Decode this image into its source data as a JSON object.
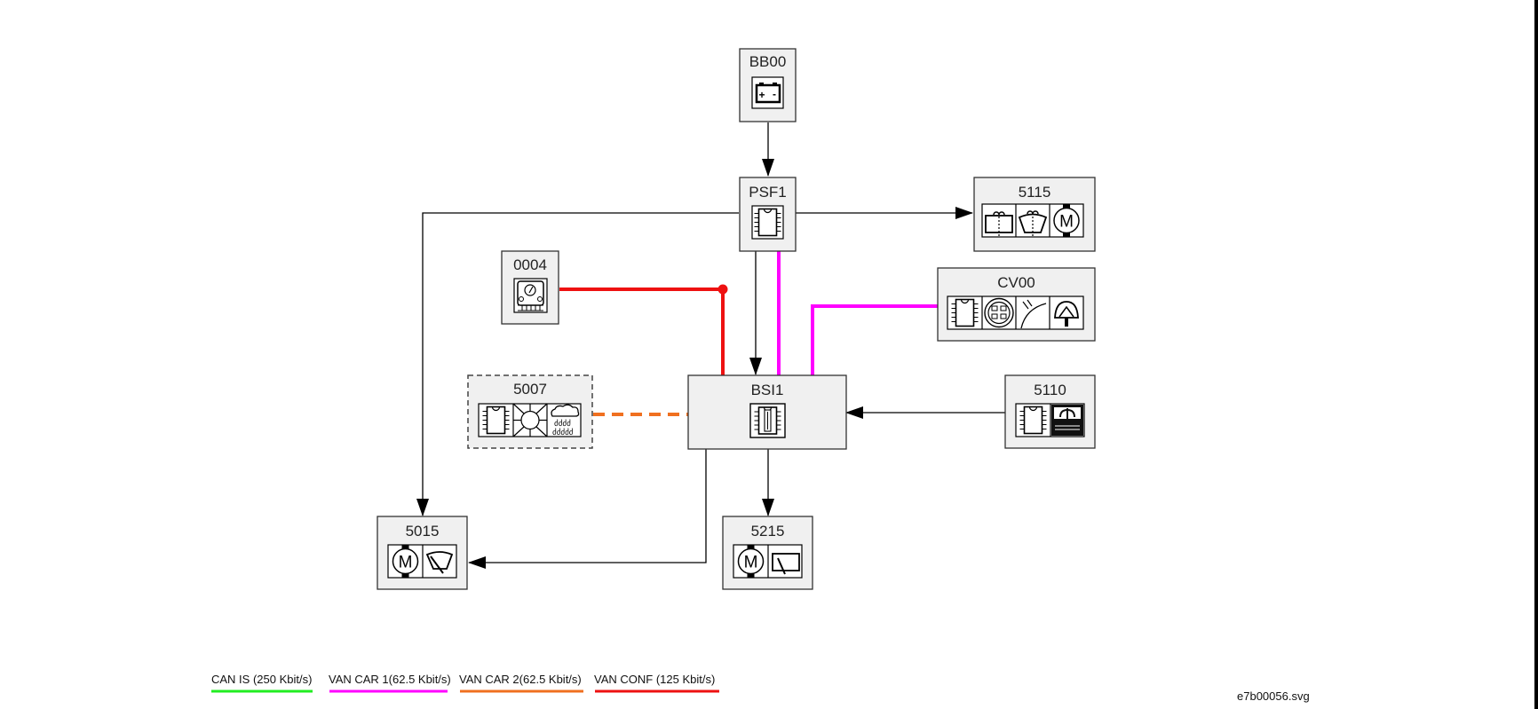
{
  "diagram": {
    "filename": "e7b00056.svg",
    "nodes": {
      "bb00": {
        "label": "BB00",
        "icons": [
          "battery-icon"
        ]
      },
      "psf1": {
        "label": "PSF1",
        "icons": [
          "ecu-chip-icon"
        ]
      },
      "n5115": {
        "label": "5115",
        "icons": [
          "rear-washer-icon",
          "windscreen-washer-icon",
          "motor-icon"
        ]
      },
      "n0004": {
        "label": "0004",
        "icons": [
          "instrument-panel-icon"
        ]
      },
      "cv00": {
        "label": "CV00",
        "icons": [
          "ecu-chip-icon",
          "switch-control-icon",
          "light-beam-icon",
          "horn-icon"
        ]
      },
      "n5007": {
        "label": "5007",
        "icons": [
          "ecu-chip-icon",
          "sun-sensor-icon",
          "rain-sensor-icon"
        ],
        "optional": true
      },
      "bsi1": {
        "label": "BSI1",
        "icons": [
          "fused-ecu-icon"
        ]
      },
      "n5110": {
        "label": "5110",
        "icons": [
          "ecu-chip-icon",
          "washer-fluid-level-icon"
        ]
      },
      "n5015": {
        "label": "5015",
        "icons": [
          "motor-icon",
          "front-wiper-icon"
        ]
      },
      "n5215": {
        "label": "5215",
        "icons": [
          "motor-icon",
          "rear-wiper-icon"
        ]
      }
    },
    "connections": [
      {
        "from": "BB00",
        "to": "PSF1",
        "type": "wire"
      },
      {
        "from": "PSF1",
        "to": "5115",
        "type": "wire"
      },
      {
        "from": "PSF1",
        "to": "5015",
        "type": "wire"
      },
      {
        "from": "PSF1",
        "to": "BSI1",
        "type": "wire"
      },
      {
        "from": "PSF1",
        "to": "BSI1",
        "type": "VAN CAR 1"
      },
      {
        "from": "CV00",
        "to": "BSI1",
        "type": "VAN CAR 1"
      },
      {
        "from": "0004",
        "to": "BSI1",
        "type": "VAN CONF"
      },
      {
        "from": "5007",
        "to": "BSI1",
        "type": "VAN CAR 2"
      },
      {
        "from": "5110",
        "to": "BSI1",
        "type": "wire"
      },
      {
        "from": "BSI1",
        "to": "5215",
        "type": "wire"
      },
      {
        "from": "BSI1",
        "to": "5015",
        "type": "wire"
      }
    ],
    "legend": [
      {
        "label": "CAN IS (250 Kbit/s)",
        "color": "#22ee22"
      },
      {
        "label": "VAN CAR 1(62.5 Kbit/s)",
        "color": "#ff00ff"
      },
      {
        "label": "VAN CAR 2(62.5 Kbit/s)",
        "color": "#f07020"
      },
      {
        "label": "VAN CONF (125 Kbit/s)",
        "color": "#ee1111"
      }
    ],
    "colors": {
      "wire": "#000000",
      "box_fill": "#f0f0f0",
      "van_car1": "#ff00ff",
      "van_car2": "#f07020",
      "van_conf": "#ee1111",
      "can_is": "#22ee22"
    }
  }
}
